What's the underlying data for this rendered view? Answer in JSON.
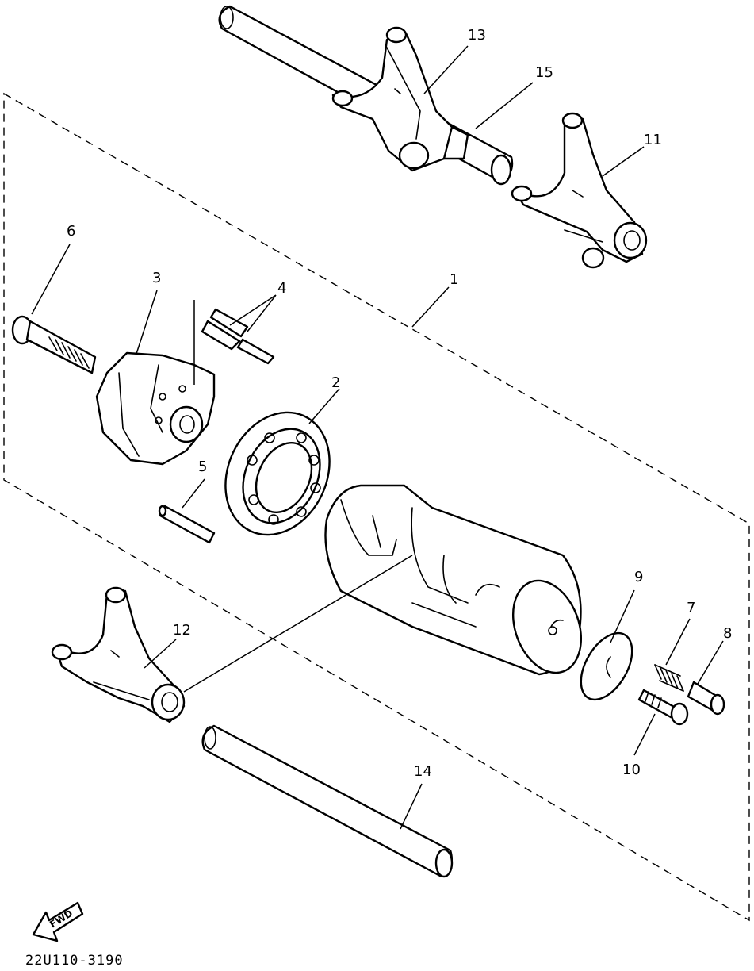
{
  "callouts": [
    {
      "id": "1",
      "label": "1"
    },
    {
      "id": "2",
      "label": "2"
    },
    {
      "id": "3",
      "label": "3"
    },
    {
      "id": "4",
      "label": "4"
    },
    {
      "id": "5",
      "label": "5"
    },
    {
      "id": "6",
      "label": "6"
    },
    {
      "id": "7",
      "label": "7"
    },
    {
      "id": "8",
      "label": "8"
    },
    {
      "id": "9",
      "label": "9"
    },
    {
      "id": "10",
      "label": "10"
    },
    {
      "id": "11",
      "label": "11"
    },
    {
      "id": "12",
      "label": "12"
    },
    {
      "id": "13",
      "label": "13"
    },
    {
      "id": "14",
      "label": "14"
    },
    {
      "id": "15",
      "label": "15"
    }
  ],
  "forward_arrow": {
    "label": "FWD"
  },
  "part_code": "22U110-3190"
}
